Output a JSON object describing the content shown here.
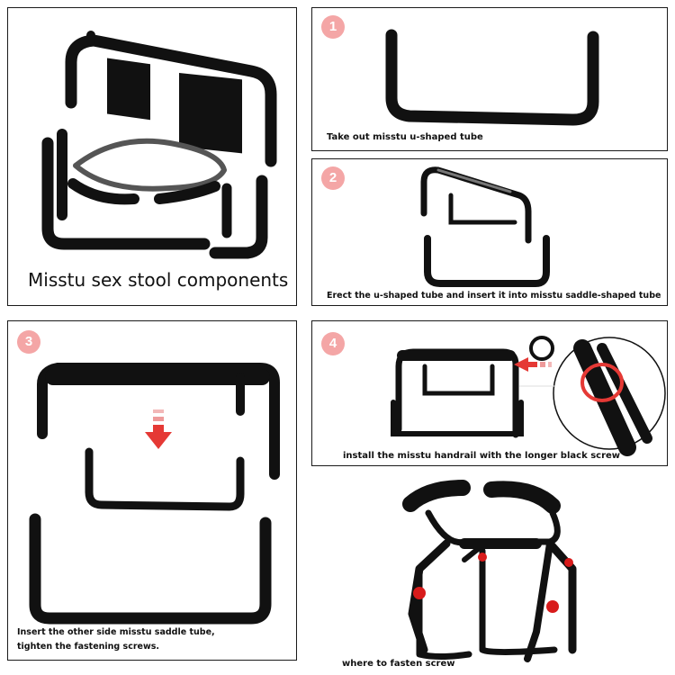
{
  "colors": {
    "tube": "#111111",
    "badge": "#f4a6a6",
    "arrow": "#e53935",
    "fasten_point": "#d81b1b",
    "border": "#1a1a1a"
  },
  "panels": {
    "components": {
      "caption": "Misstu sex stool components"
    },
    "step1": {
      "number": "1",
      "caption": "Take out misstu u-shaped tube"
    },
    "step2": {
      "number": "2",
      "caption": "Erect the u-shaped tube and insert it into misstu saddle-shaped tube"
    },
    "step3": {
      "number": "3",
      "caption_line1": "Insert the other side misstu saddle tube,",
      "caption_line2": "tighten the fastening screws."
    },
    "step4": {
      "number": "4",
      "caption": "install the misstu handrail with the longer black screw"
    },
    "assembled": {
      "caption": "where to fasten screw"
    }
  }
}
